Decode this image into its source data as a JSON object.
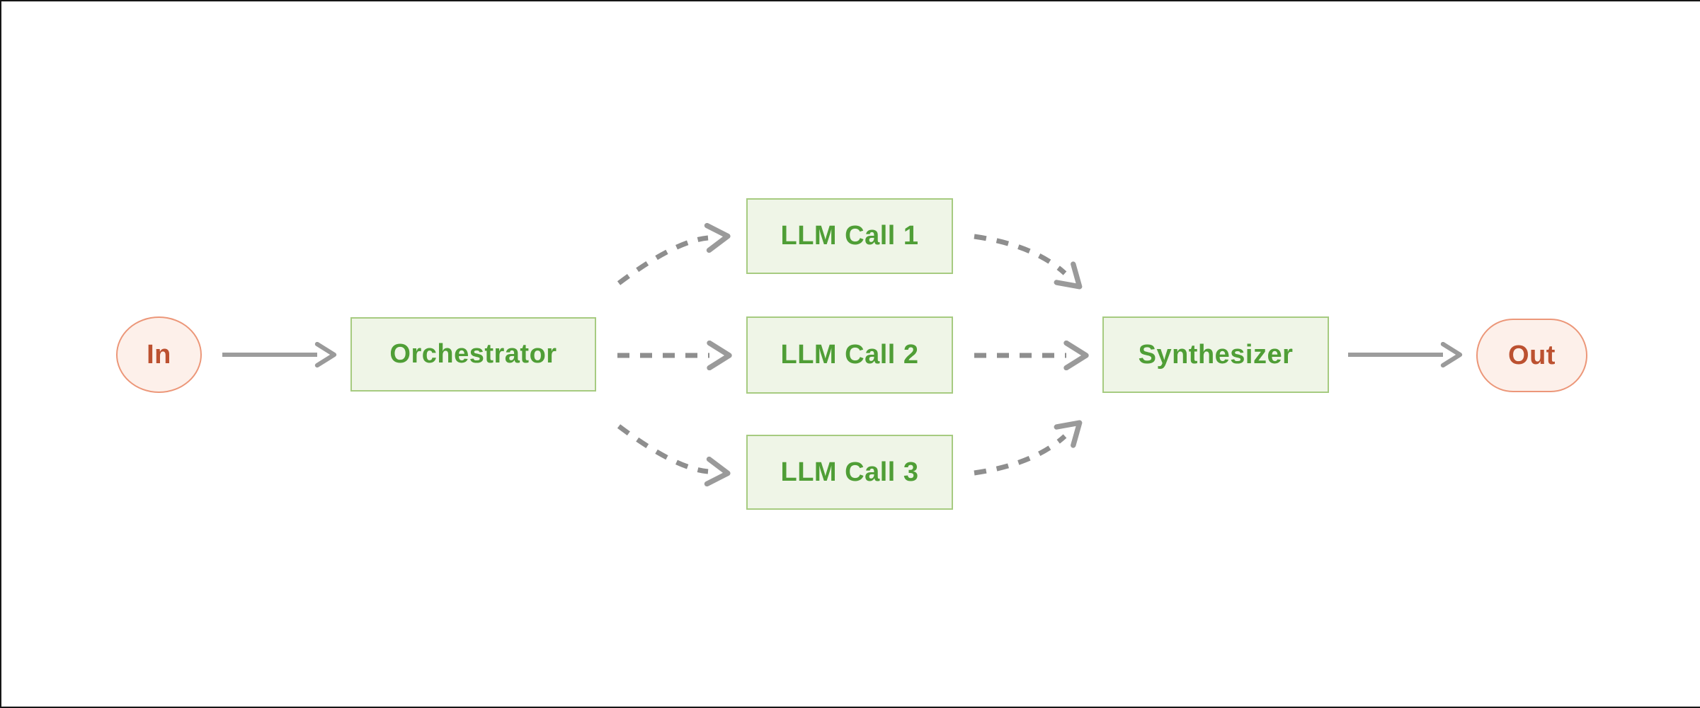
{
  "diagram": {
    "type": "flowchart",
    "pattern": "orchestrator-workers",
    "nodes": {
      "input": {
        "label": "In",
        "shape": "circle",
        "role": "input"
      },
      "orchestrator": {
        "label": "Orchestrator",
        "shape": "rect",
        "role": "router"
      },
      "worker1": {
        "label": "LLM Call 1",
        "shape": "rect",
        "role": "worker"
      },
      "worker2": {
        "label": "LLM Call 2",
        "shape": "rect",
        "role": "worker"
      },
      "worker3": {
        "label": "LLM Call 3",
        "shape": "rect",
        "role": "worker"
      },
      "synthesizer": {
        "label": "Synthesizer",
        "shape": "rect",
        "role": "aggregator"
      },
      "output": {
        "label": "Out",
        "shape": "pill",
        "role": "output"
      }
    },
    "edges": [
      {
        "from": "input",
        "to": "orchestrator",
        "style": "solid"
      },
      {
        "from": "orchestrator",
        "to": "worker1",
        "style": "dashed"
      },
      {
        "from": "orchestrator",
        "to": "worker2",
        "style": "dashed"
      },
      {
        "from": "orchestrator",
        "to": "worker3",
        "style": "dashed"
      },
      {
        "from": "worker1",
        "to": "synthesizer",
        "style": "dashed"
      },
      {
        "from": "worker2",
        "to": "synthesizer",
        "style": "dashed"
      },
      {
        "from": "worker3",
        "to": "synthesizer",
        "style": "dashed"
      },
      {
        "from": "synthesizer",
        "to": "output",
        "style": "solid"
      }
    ],
    "colors": {
      "background": "#ffffff",
      "edge_line": "#161616",
      "green_fill": "#eff5e7",
      "green_border": "#a6cb80",
      "green_text": "#4f9e36",
      "pink_fill": "#fdf0ea",
      "pink_border": "#ec9779",
      "pink_text": "#bc5130",
      "arrow_solid_gray": "#9c9c9c",
      "arrow_dash_gray": "#8e8e8e"
    }
  }
}
